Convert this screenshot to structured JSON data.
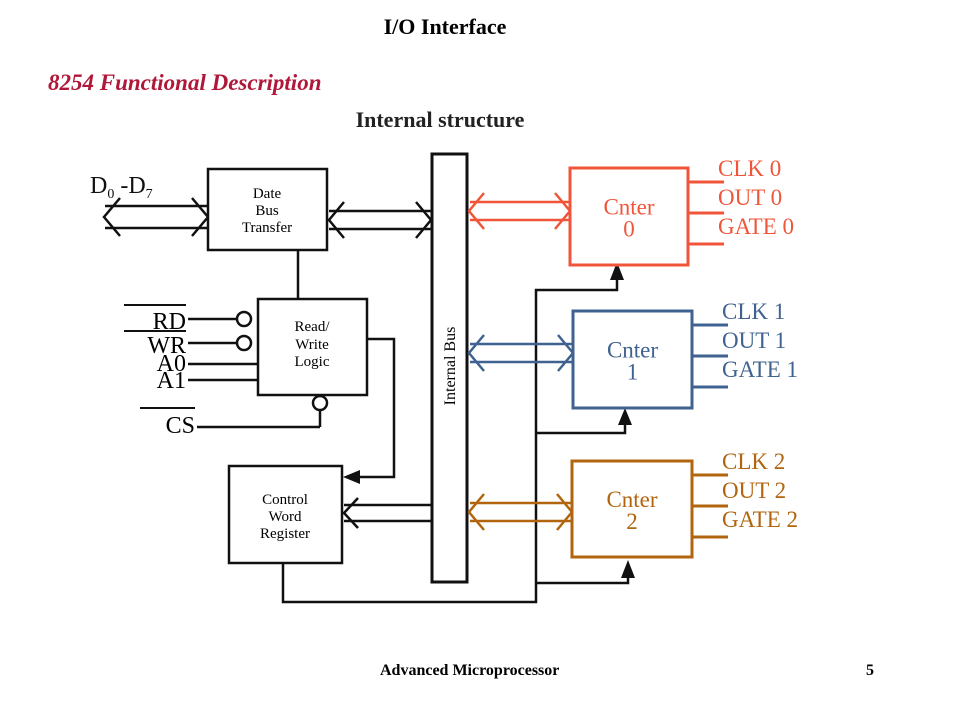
{
  "slide": {
    "title": "I/O Interface",
    "subtitle": "8254 Functional Description",
    "footer": "Advanced Microprocessor",
    "page_number": "5"
  },
  "diagram": {
    "heading": "Internal structure",
    "data_bus_label_main": "D",
    "data_bus_sub_0": "0",
    "data_bus_dash": " -D",
    "data_bus_sub_7": "7",
    "blocks": {
      "data_bus_transfer": [
        "Date",
        "Bus",
        "Transfer"
      ],
      "read_write_logic": [
        "Read/",
        "Write",
        "Logic"
      ],
      "control_word_register": [
        "Control",
        "Word",
        "Register"
      ],
      "internal_bus": "Internal Bus"
    },
    "inputs": [
      "RD",
      "WR",
      "A0",
      "A1",
      "CS"
    ],
    "counters": [
      {
        "name": "Cnter",
        "index": "0",
        "color": "#f0553a",
        "pins": [
          "CLK 0",
          "OUT 0",
          "GATE 0"
        ]
      },
      {
        "name": "Cnter",
        "index": "1",
        "color": "#3f6290",
        "pins": [
          "CLK 1",
          "OUT 1",
          "GATE 1"
        ]
      },
      {
        "name": "Cnter",
        "index": "2",
        "color": "#b0650e",
        "pins": [
          "CLK 2",
          "OUT 2",
          "GATE 2"
        ]
      }
    ]
  }
}
